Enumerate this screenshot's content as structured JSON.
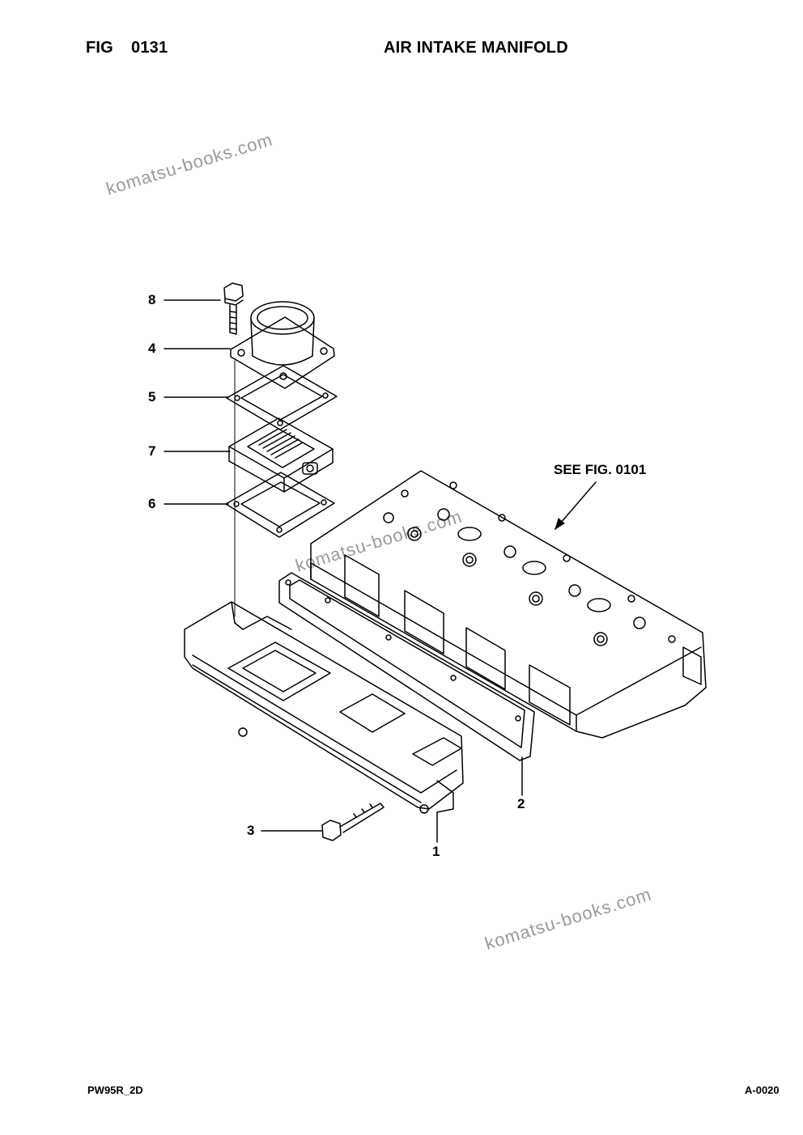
{
  "header": {
    "fig_label": "FIG",
    "fig_number": "0131",
    "title": "AIR INTAKE MANIFOLD"
  },
  "diagram": {
    "callouts": [
      "8",
      "4",
      "5",
      "7",
      "6",
      "3",
      "1",
      "2"
    ],
    "reference_note": "SEE FIG. 0101"
  },
  "watermark": {
    "text": "komatsu-books.com"
  },
  "footer": {
    "model_code": "PW95R_2D",
    "page_code": "A-0020"
  }
}
